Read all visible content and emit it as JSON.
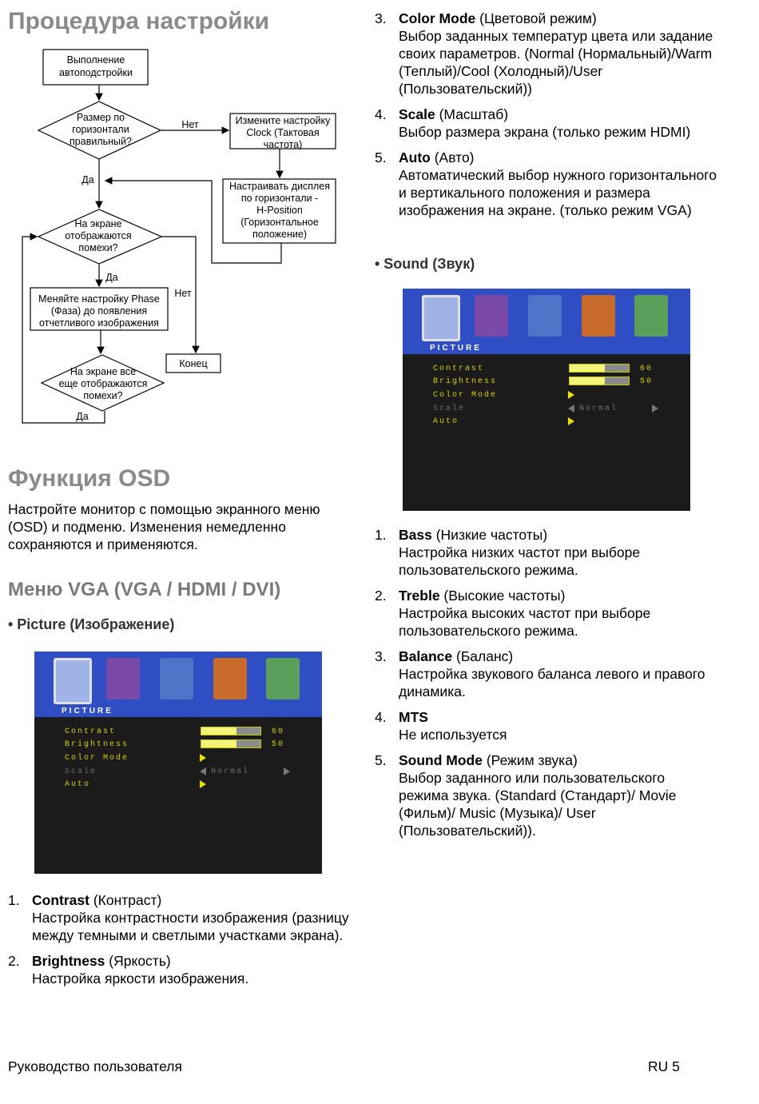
{
  "setup": {
    "title": "Процедура настройки",
    "flow": {
      "box1": [
        "Выполнение",
        "автоподстройки"
      ],
      "d1": [
        "Размер по",
        "горизонтали",
        "правильный?"
      ],
      "no1": "Нет",
      "box2": [
        "Измените настройку",
        "Clock (Тактовая",
        "частота)"
      ],
      "box3": [
        "Настраивать дисплея",
        "по горизонтали -",
        "H-Position",
        "(Горизонтальное",
        "положение)"
      ],
      "yes1": "Да",
      "d2": [
        "На экране",
        "отображаются",
        "помехи?"
      ],
      "yes2": "Да",
      "no2": "Нет",
      "box4": [
        "Меняйте настройку Phase",
        "(Фаза) до появления",
        "отчетливого изображения"
      ],
      "end": "Конец",
      "d3": [
        "На экране все",
        "еще отображаются",
        "помехи?"
      ],
      "yes3": "Да"
    }
  },
  "osd_section": {
    "title": "Функция OSD",
    "intro": "Настройте монитор с помощью экранного меню (OSD) и подменю. Изменения немедленно сохраняются и применяются.",
    "vga_title": "Меню VGA (VGA / HDMI / DVI)",
    "picture_bullet": "• Picture (Изображение)"
  },
  "osd_menu": {
    "header": "PICTURE",
    "items": [
      {
        "label": "Contrast",
        "value": "60",
        "level": 0.6
      },
      {
        "label": "Brightness",
        "value": "50",
        "level": 0.6
      },
      {
        "label": "Color Mode"
      },
      {
        "label": "Scale",
        "option": "Normal"
      },
      {
        "label": "Auto"
      }
    ]
  },
  "picture_items": [
    {
      "num": "1.",
      "term": "Contrast",
      "paren": " (Контраст)",
      "desc": "Настройка контрастности изображения (разницу между темными и светлыми участками экрана)."
    },
    {
      "num": "2.",
      "term": "Brightness",
      "paren": " (Яркость)",
      "desc": "Настройка яркости изображения."
    }
  ],
  "picture_items_cont": [
    {
      "num": "3.",
      "term": "Color Mode",
      "paren": " (Цветовой режим)",
      "desc": "Выбор заданных температур цвета или задание своих параметров. (Normal (Нормальный)/Warm (Теплый)/Cool (Холодный)/User (Пользовательский))"
    },
    {
      "num": "4.",
      "term": "Scale",
      "paren": " (Масштаб)",
      "desc": "Выбор размера экрана (только режим HDMI)"
    },
    {
      "num": "5.",
      "term": "Auto",
      "paren": " (Авто)",
      "desc": "Автоматический выбор нужного горизонтального и вертикального положения и размера изображения на экране. (только режим VGA)"
    }
  ],
  "sound_bullet": "• Sound (Звук)",
  "sound_items": [
    {
      "num": "1.",
      "term": "Bass",
      "paren": " (Низкие частоты)",
      "desc": "Настройка низких частот при выборе пользовательского режима."
    },
    {
      "num": "2.",
      "term": "Treble",
      "paren": " (Высокие частоты)",
      "desc": "Настройка высоких частот при выборе пользовательского режима."
    },
    {
      "num": "3.",
      "term": "Balance",
      "paren": " (Баланс)",
      "desc": "Настройка звукового баланса левого и правого динамика."
    },
    {
      "num": "4.",
      "term": "MTS",
      "paren": "",
      "desc": "Не используется"
    },
    {
      "num": "5.",
      "term": "Sound Mode",
      "paren": " (Режим звука)",
      "desc": "Выбор заданного или пользовательского режима звука. (Standard (Стандарт)/ Movie (Фильм)/ Music (Музыка)/ User (Пользовательский))."
    }
  ],
  "footer": {
    "left": "Руководство пользователя",
    "right": "RU 5"
  }
}
